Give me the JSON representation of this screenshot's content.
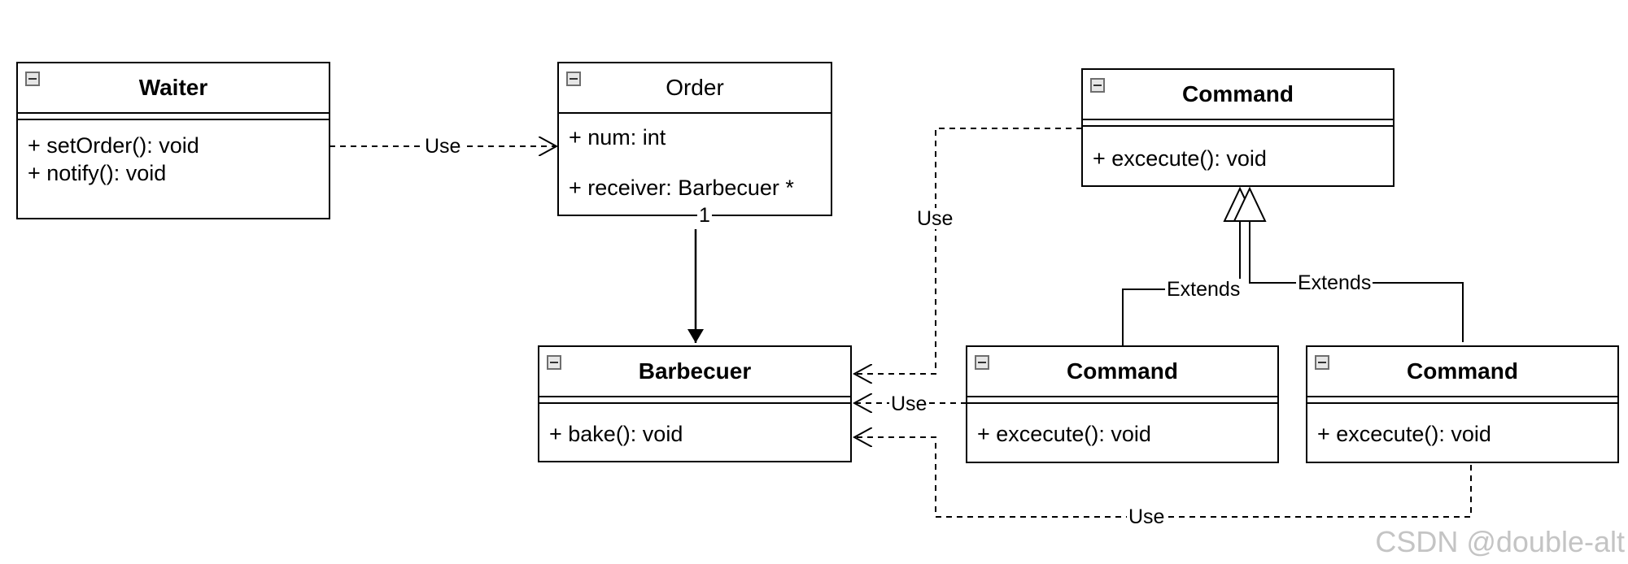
{
  "classes": {
    "waiter": {
      "name": "Waiter",
      "members": [
        "+ setOrder(): void",
        "+ notify(): void"
      ]
    },
    "order": {
      "name": "Order",
      "attributes": [
        "+ num: int",
        "+ receiver: Barbecuer *"
      ]
    },
    "command": {
      "name": "Command",
      "members": [
        "+ excecute(): void"
      ]
    },
    "barbecuer": {
      "name": "Barbecuer",
      "members": [
        "+ bake(): void"
      ]
    },
    "command_left": {
      "name": "Command",
      "members": [
        "+ excecute(): void"
      ]
    },
    "command_right": {
      "name": "Command",
      "members": [
        "+ excecute(): void"
      ]
    }
  },
  "relations": {
    "waiter_order": "Use",
    "order_barbecuer_multiplicity": "1",
    "command_barbecuer": "Use",
    "command_left_barbecuer": "Use",
    "command_right_barbecuer": "Use",
    "command_left_extends": "Extends",
    "command_right_extends": "Extends"
  },
  "watermark": "CSDN @double-alt"
}
